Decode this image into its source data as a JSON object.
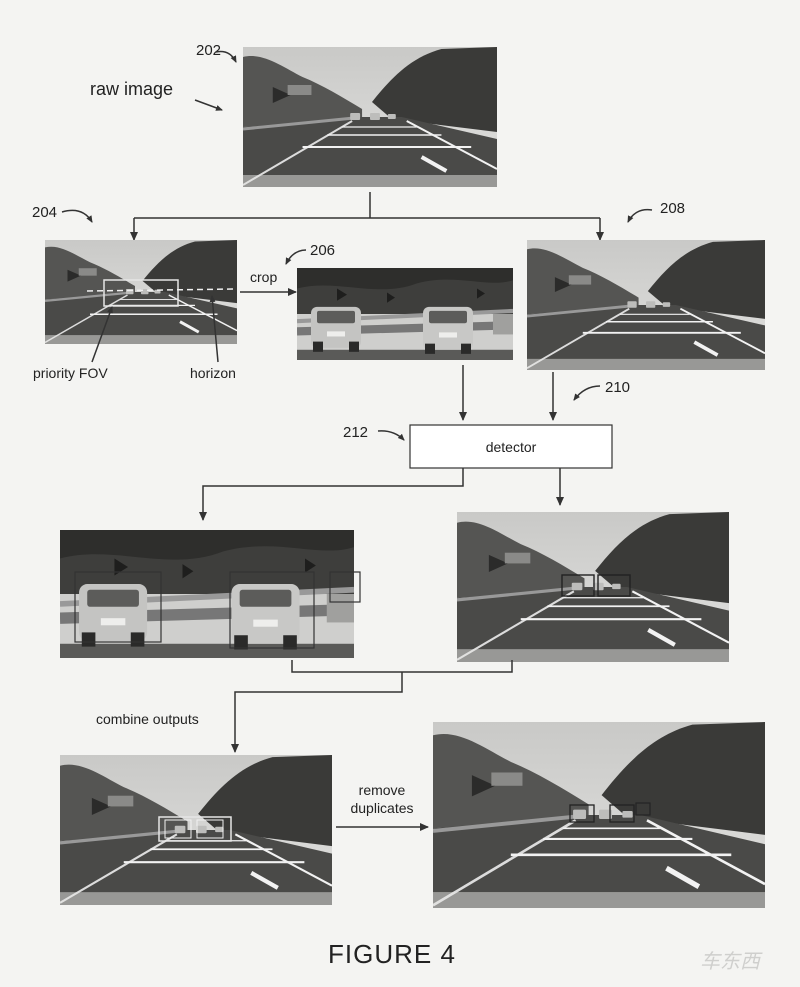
{
  "labels": {
    "ref_202": "202",
    "raw_image": "raw image",
    "ref_204": "204",
    "ref_206": "206",
    "ref_208": "208",
    "crop": "crop",
    "priority_fov": "priority FOV",
    "horizon": "horizon",
    "ref_210": "210",
    "ref_212": "212",
    "detector": "detector",
    "combine_outputs": "combine outputs",
    "remove_duplicates_1": "remove",
    "remove_duplicates_2": "duplicates",
    "figure": "FIGURE 4"
  },
  "watermark": "车东西",
  "colors": {
    "sky": "#d4d4d2",
    "trees": "#3a3a38",
    "road": "#4a4a48",
    "lane": "#f2f2f2",
    "car": "#bdbdbb",
    "box": "#e6e6e6"
  }
}
